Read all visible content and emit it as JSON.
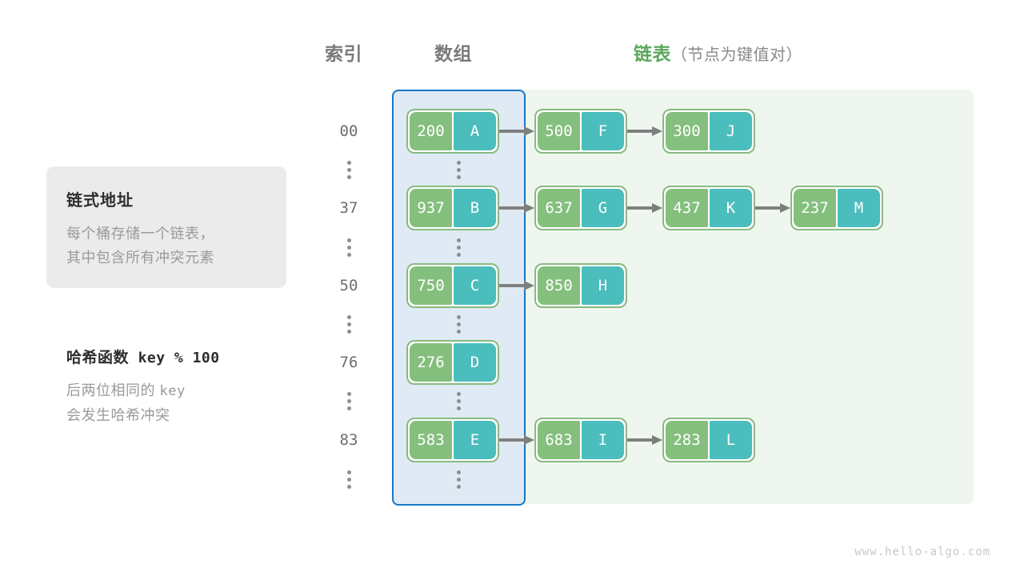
{
  "headers": {
    "index": "索引",
    "array": "数组",
    "list_main": "链表",
    "list_sub": "（节点为键值对）"
  },
  "info_card": {
    "title": "链式地址",
    "body": "每个桶存储一个链表，\n其中包含所有冲突元素"
  },
  "hash_note": {
    "title_label": "哈希函数",
    "title_expr": "key % 100",
    "body_line1": "后两位相同的",
    "body_key": "key",
    "body_line2": "会发生哈希冲突"
  },
  "colors": {
    "key_fill": "#85bf7e",
    "value_fill": "#4bbdbd",
    "node_border": "#87bb7f",
    "array_panel_bg": "#dfeaf5",
    "array_panel_border": "#1878c4",
    "list_panel_bg": "#eff6ef",
    "arrow": "#7f7f7f",
    "accent_green": "#5aa75a",
    "card_bg": "#ebebeb"
  },
  "watermark": "www.hello-algo.com",
  "rows": [
    {
      "index": "00",
      "nodes": [
        {
          "key": "200",
          "value": "A"
        },
        {
          "key": "500",
          "value": "F"
        },
        {
          "key": "300",
          "value": "J"
        }
      ]
    },
    {
      "index": "37",
      "nodes": [
        {
          "key": "937",
          "value": "B"
        },
        {
          "key": "637",
          "value": "G"
        },
        {
          "key": "437",
          "value": "K"
        },
        {
          "key": "237",
          "value": "M"
        }
      ]
    },
    {
      "index": "50",
      "nodes": [
        {
          "key": "750",
          "value": "C"
        },
        {
          "key": "850",
          "value": "H"
        }
      ]
    },
    {
      "index": "76",
      "nodes": [
        {
          "key": "276",
          "value": "D"
        }
      ]
    },
    {
      "index": "83",
      "nodes": [
        {
          "key": "583",
          "value": "E"
        },
        {
          "key": "683",
          "value": "I"
        },
        {
          "key": "283",
          "value": "L"
        }
      ]
    }
  ],
  "ellipsis_label": "⋮"
}
